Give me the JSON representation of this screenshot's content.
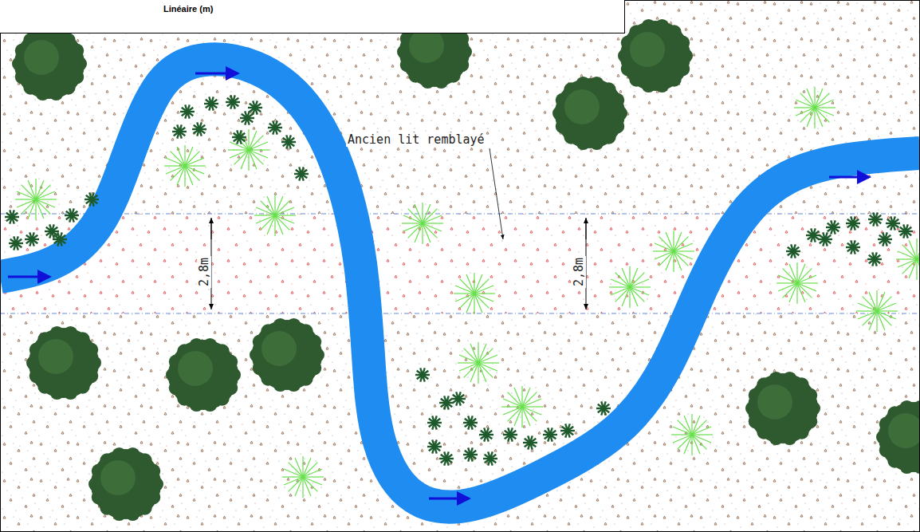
{
  "diagram": {
    "nodes": [
      {
        "text": [
          "Linéaire (m)"
        ]
      }
    ],
    "labels": [
      "Ancien lit remblayé",
      "2,8m",
      "2,8m"
    ]
  }
}
